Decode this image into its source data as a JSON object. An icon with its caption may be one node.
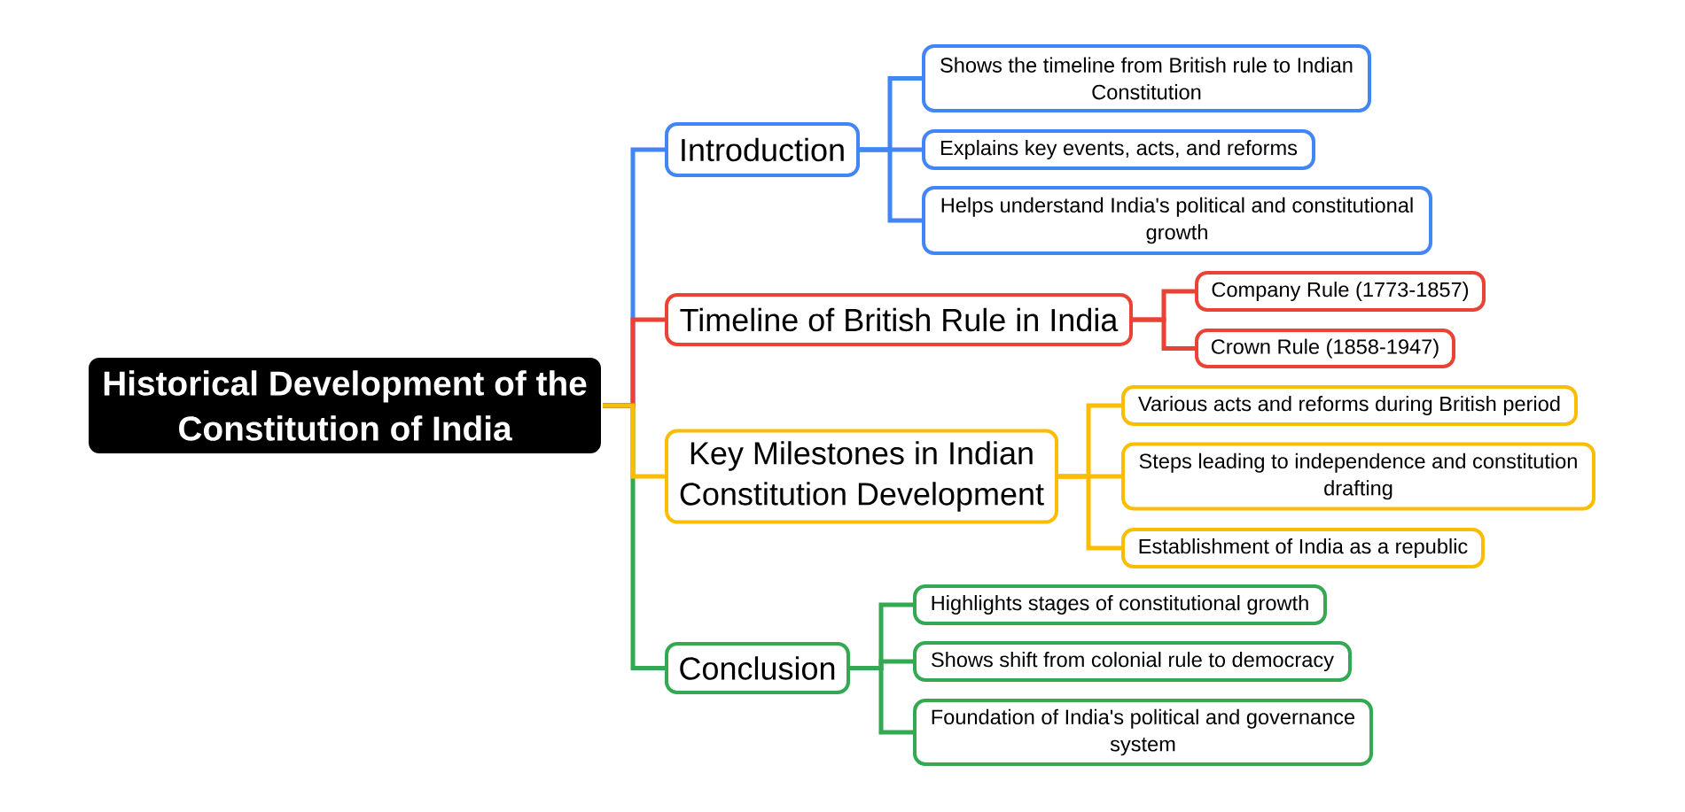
{
  "diagram": {
    "nodes": [
      {
        "text": [
          "Historical Development of the Constitution of India"
        ]
      },
      {
        "text": [
          "Introduction"
        ]
      },
      {
        "text": [
          "Shows the timeline from British rule to Indian Constitution"
        ]
      },
      {
        "text": [
          "Explains key events, acts, and reforms"
        ]
      },
      {
        "text": [
          "Helps understand India's political and constitutional growth"
        ]
      },
      {
        "text": [
          "Timeline of British Rule in India"
        ]
      },
      {
        "text": [
          "Company Rule (1773-1857)"
        ]
      },
      {
        "text": [
          "Crown Rule (1858-1947)"
        ]
      },
      {
        "text": [
          "Key Milestones in Indian Constitution Development"
        ]
      },
      {
        "text": [
          "Various acts and reforms during British period"
        ]
      },
      {
        "text": [
          "Steps leading to independence and constitution drafting"
        ]
      },
      {
        "text": [
          "Establishment of India as a republic"
        ]
      },
      {
        "text": [
          "Conclusion"
        ]
      },
      {
        "text": [
          "Highlights stages of constitutional growth"
        ]
      },
      {
        "text": [
          "Shows shift from colonial rule to democracy"
        ]
      },
      {
        "text": [
          "Foundation of India's political and governance system"
        ]
      }
    ],
    "edges": [
      {
        "from": 0,
        "to": 1,
        "arrow": "none",
        "color": "#4285f4"
      },
      {
        "from": 1,
        "to": 2,
        "arrow": "none",
        "color": "#4285f4"
      },
      {
        "from": 1,
        "to": 3,
        "arrow": "none",
        "color": "#4285f4"
      },
      {
        "from": 1,
        "to": 4,
        "arrow": "none",
        "color": "#4285f4"
      },
      {
        "from": 0,
        "to": 5,
        "arrow": "none",
        "color": "#ea4335"
      },
      {
        "from": 5,
        "to": 6,
        "arrow": "none",
        "color": "#ea4335"
      },
      {
        "from": 5,
        "to": 7,
        "arrow": "none",
        "color": "#ea4335"
      },
      {
        "from": 0,
        "to": 8,
        "arrow": "none",
        "color": "#fbbc04"
      },
      {
        "from": 8,
        "to": 9,
        "arrow": "none",
        "color": "#fbbc04"
      },
      {
        "from": 8,
        "to": 10,
        "arrow": "none",
        "color": "#fbbc04"
      },
      {
        "from": 8,
        "to": 11,
        "arrow": "none",
        "color": "#fbbc04"
      },
      {
        "from": 0,
        "to": 12,
        "arrow": "none",
        "color": "#34a853"
      },
      {
        "from": 12,
        "to": 13,
        "arrow": "none",
        "color": "#34a853"
      },
      {
        "from": 12,
        "to": 14,
        "arrow": "none",
        "color": "#34a853"
      },
      {
        "from": 12,
        "to": 15,
        "arrow": "none",
        "color": "#34a853"
      }
    ]
  }
}
